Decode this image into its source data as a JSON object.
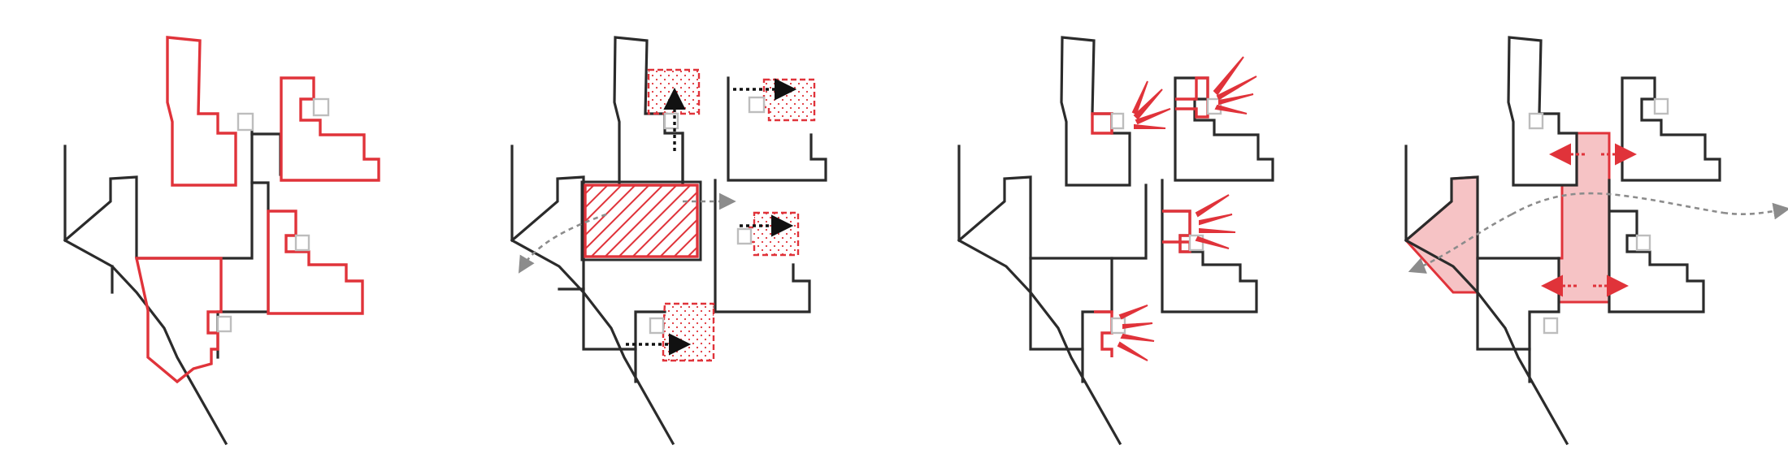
{
  "figure": {
    "panels": [
      {
        "id": "panel-1",
        "theme": "program-zones",
        "fills": [
          "dot-pattern",
          "grid-pattern"
        ],
        "accent": "#e0333a"
      },
      {
        "id": "panel-2",
        "theme": "circulation",
        "fills": [
          "diagonal-hatch",
          "dot-pattern"
        ],
        "arrows": [
          "black-dotted",
          "gray-dashed"
        ],
        "accent": "#e0333a"
      },
      {
        "id": "panel-3",
        "theme": "views",
        "marks": [
          "red-burst-lines"
        ],
        "accent": "#e0333a"
      },
      {
        "id": "panel-4",
        "theme": "connections",
        "fills": [
          "pink-solid"
        ],
        "arrows": [
          "red-double",
          "gray-dashed"
        ],
        "accent": "#f6c3c5"
      }
    ],
    "colors": {
      "outline": "#2b2b2b",
      "accent_red": "#e0333a",
      "pink_fill": "#f6c3c5",
      "gray": "#8c8c8c"
    }
  }
}
